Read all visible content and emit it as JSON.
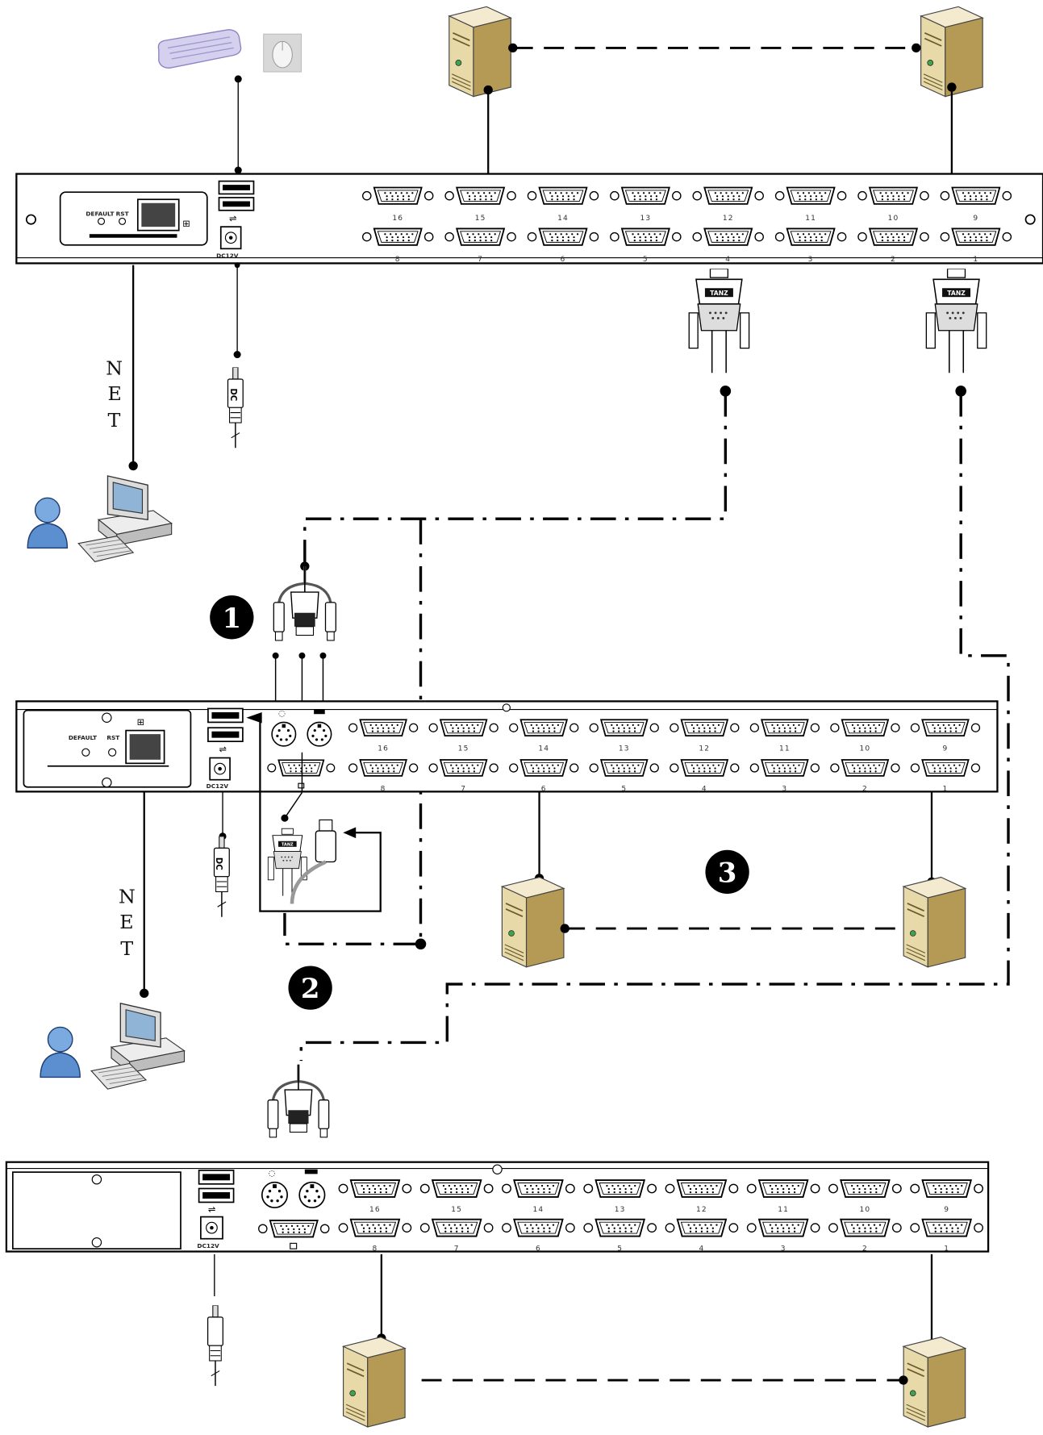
{
  "labels": {
    "default": "DEFAULT",
    "rst": "RST",
    "dc12v": "DC12V",
    "dc_plug": "DC",
    "net": [
      "N",
      "E",
      "T"
    ],
    "logo": "TANZ"
  },
  "steps": [
    "1",
    "2",
    "3"
  ],
  "port_labels_top": [
    "16",
    "15",
    "14",
    "13",
    "12",
    "11",
    "10",
    "9"
  ],
  "port_labels_bottom": [
    "8",
    "7",
    "6",
    "5",
    "4",
    "3",
    "2",
    "1"
  ],
  "colors": {
    "line": "#000000",
    "panel": "#ffffff",
    "server_body": "#e8d9a8",
    "server_side": "#b59a55",
    "user_blue": "#5b8fd0",
    "step_circle": "#000000"
  },
  "icons": [
    "keyboard-icon",
    "mouse-icon",
    "server-icon",
    "user-icon",
    "computer-icon",
    "vga-connector-icon",
    "usb-port-icon",
    "ps2-port-icon",
    "network-port-icon",
    "power-plug-icon"
  ]
}
